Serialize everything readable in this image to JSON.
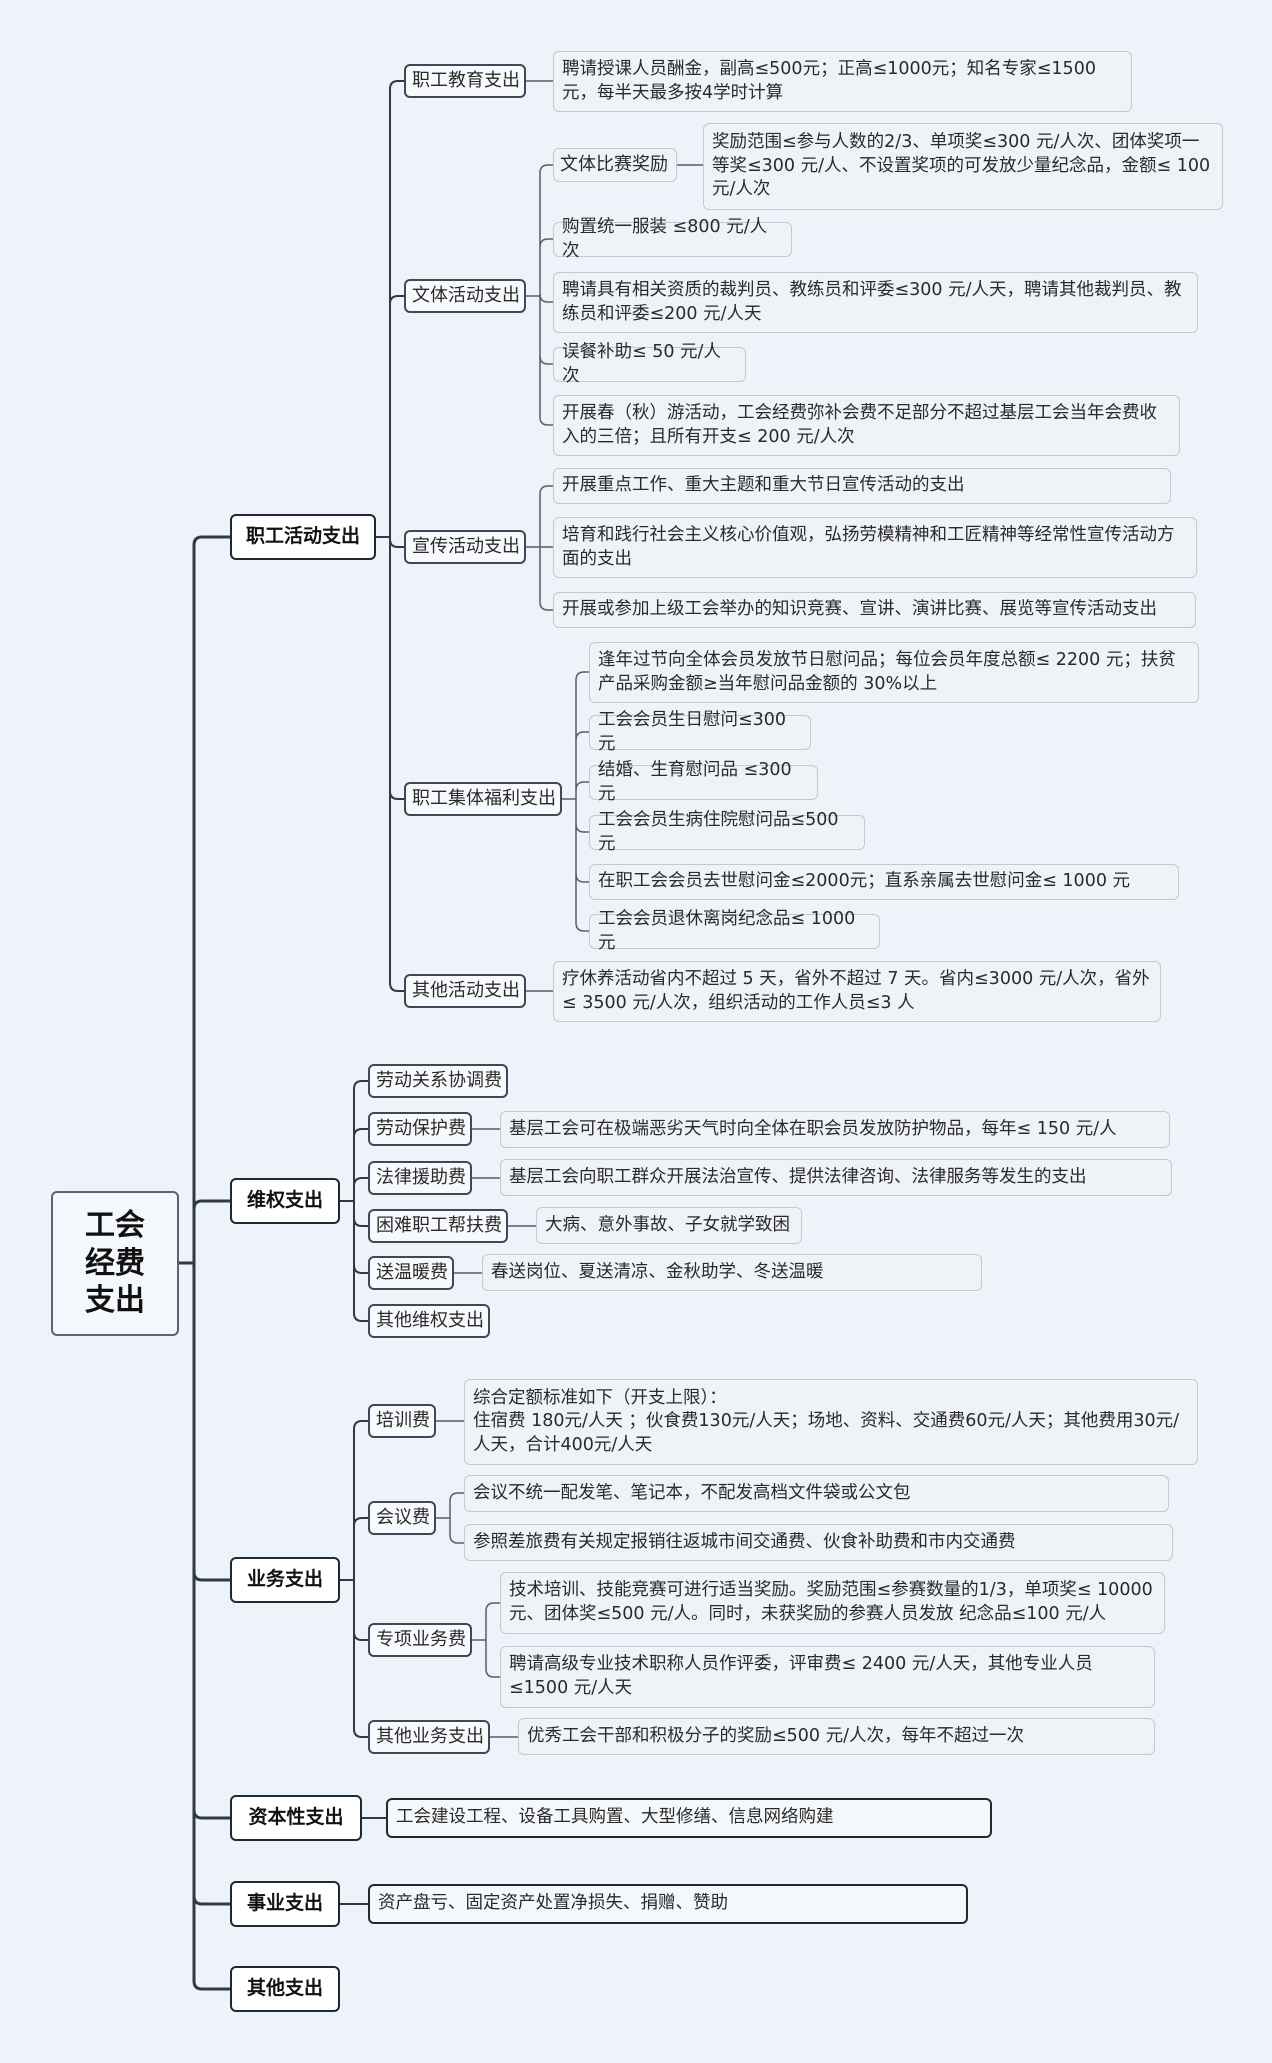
{
  "root": {
    "label": "工会\n经费\n支出"
  },
  "branches": {
    "activity": {
      "label": "职工活动支出",
      "education": {
        "label": "职工教育支出",
        "leaves": [
          "聘请授课人员酬金，副高≤500元；正高≤1000元；知名专家≤1500元，每半天最多按4学时计算"
        ]
      },
      "culture": {
        "label": "文体活动支出",
        "competition": {
          "label": "文体比赛奖励",
          "leaves": [
            "奖励范围≤参与人数的2/3、单项奖≤300 元/人次、团体奖项一等奖≤300 元/人、不设置奖项的可发放少量纪念品，金额≤ 100 元/人次"
          ]
        },
        "leaves": [
          "购置统一服装 ≤800 元/人次",
          "聘请具有相关资质的裁判员、教练员和评委≤300 元/人天，聘请其他裁判员、教练员和评委≤200 元/人天",
          "误餐补助≤ 50 元/人次",
          "开展春（秋）游活动，工会经费弥补会费不足部分不超过基层工会当年会费收入的三倍；且所有开支≤ 200 元/人次"
        ]
      },
      "publicity": {
        "label": "宣传活动支出",
        "leaves": [
          "开展重点工作、重大主题和重大节日宣传活动的支出",
          "培育和践行社会主义核心价值观，弘扬劳模精神和工匠精神等经常性宣传活动方面的支出",
          "开展或参加上级工会举办的知识竞赛、宣讲、演讲比赛、展览等宣传活动支出"
        ]
      },
      "welfare": {
        "label": "职工集体福利支出",
        "leaves": [
          "逢年过节向全体会员发放节日慰问品；每位会员年度总额≤ 2200 元；扶贫产品采购金额≥当年慰问品金额的 30%以上",
          "工会会员生日慰问≤300元",
          "结婚、生育慰问品 ≤300 元",
          "工会会员生病住院慰问品≤500元",
          "在职工会会员去世慰问金≤2000元；直系亲属去世慰问金≤ 1000 元",
          "工会会员退休离岗纪念品≤ 1000 元"
        ]
      },
      "other": {
        "label": "其他活动支出",
        "leaves": [
          "疗休养活动省内不超过 5 天，省外不超过 7 天。省内≤3000 元/人次，省外≤ 3500 元/人次，组织活动的工作人员≤3 人"
        ]
      }
    },
    "rights": {
      "label": "维权支出",
      "labor_relations": {
        "label": "劳动关系协调费"
      },
      "protection": {
        "label": "劳动保护费",
        "leaves": [
          "基层工会可在极端恶劣天气时向全体在职会员发放防护物品，每年≤ 150 元/人"
        ]
      },
      "legal": {
        "label": "法律援助费",
        "leaves": [
          "基层工会向职工群众开展法治宣传、提供法律咨询、法律服务等发生的支出"
        ]
      },
      "hardship": {
        "label": "困难职工帮扶费",
        "leaves": [
          "大病、意外事故、子女就学致困"
        ]
      },
      "warmth": {
        "label": "送温暖费",
        "leaves": [
          "春送岗位、夏送清凉、金秋助学、冬送温暖"
        ]
      },
      "other": {
        "label": "其他维权支出"
      }
    },
    "business": {
      "label": "业务支出",
      "training": {
        "label": "培训费",
        "leaves": [
          "综合定额标准如下（开支上限）：\n住宿费 180元/人天 ；伙食费130元/人天；场地、资料、交通费60元/人天；其他费用30元/人天，合计400元/人天"
        ]
      },
      "meeting": {
        "label": "会议费",
        "leaves": [
          "会议不统一配发笔、笔记本，不配发高档文件袋或公文包",
          "参照差旅费有关规定报销往返城市间交通费、伙食补助费和市内交通费"
        ]
      },
      "special": {
        "label": "专项业务费",
        "leaves": [
          "技术培训、技能竞赛可进行适当奖励。奖励范围≤参赛数量的1/3，单项奖≤ 10000 元、团体奖≤500 元/人。同时，未获奖励的参赛人员发放 纪念品≤100 元/人",
          "聘请高级专业技术职称人员作评委，评审费≤ 2400 元/人天，其他专业人员≤1500 元/人天"
        ]
      },
      "other": {
        "label": "其他业务支出",
        "leaves": [
          "优秀工会干部和积极分子的奖励≤500 元/人次，每年不超过一次"
        ]
      }
    },
    "capital": {
      "label": "资本性支出",
      "leaves": [
        "工会建设工程、设备工具购置、大型修缮、信息网络购建"
      ]
    },
    "enterprise": {
      "label": "事业支出",
      "leaves": [
        "资产盘亏、固定资产处置净损失、捐赠、赞助"
      ]
    },
    "other": {
      "label": "其他支出"
    }
  }
}
